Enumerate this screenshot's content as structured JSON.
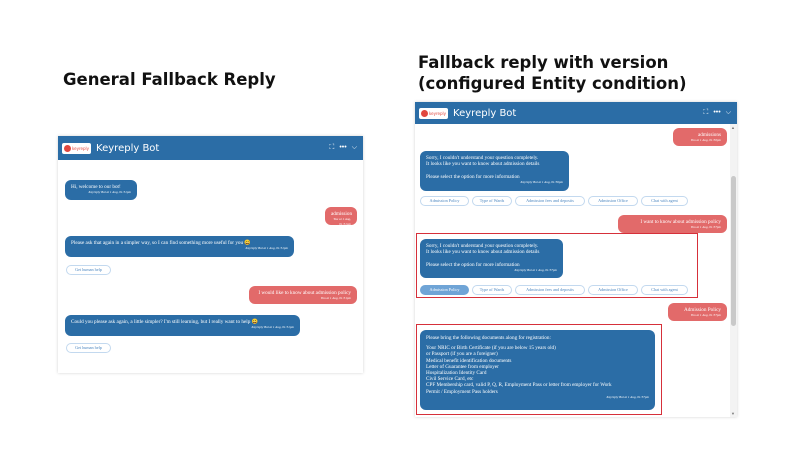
{
  "left": {
    "heading": "General Fallback Reply",
    "bot_name": "Keyreply Bot",
    "logo_text": "keyreply",
    "messages": [
      {
        "text": "Hi, welcome to our bot!",
        "time": "Keyreply Bot at 1 Aug, 01:51pm"
      },
      {
        "text": "admission",
        "time": "You at 1 Aug, 01:51pm"
      },
      {
        "text": "Please ask that again in a simpler way, so I can find something more useful for you 😀",
        "time": "Keyreply Bot at 1 Aug, 01:51pm"
      },
      {
        "chip": "Get human help"
      },
      {
        "text": "I would like to know about admission policy",
        "time": "You at 1 Aug, 01:51pm"
      },
      {
        "text": "Could you please ask again, a little simpler? I'm still learning, but I really want to help 😀",
        "time": "Keyreply Bot at 1 Aug, 01:51pm"
      },
      {
        "chip": "Get human help"
      }
    ]
  },
  "right": {
    "heading": "Fallback reply with version (configured Entity condition)",
    "bot_name": "Keyreply Bot",
    "logo_text": "keyreply",
    "msg1": {
      "text": "admissions",
      "time": "You at 1 Aug, 01:56pm"
    },
    "bot1": {
      "line1": "Sorry, I couldn't understand your question completely.",
      "line2": "It looks like you want to know about admission details",
      "line3": "Please select the option for more information",
      "time": "Keyreply Bot at 1 Aug, 01:56pm"
    },
    "chips1": [
      "Admission Policy",
      "Type of Wards",
      "Admission fees and deposits",
      "Admission Office",
      "Chat with agent"
    ],
    "msg2": {
      "text": "I want to know about admission policy",
      "time": "You at 1 Aug, 01:57pm"
    },
    "bot2": {
      "line1": "Sorry, I couldn't understand your question completely.",
      "line2": "It looks like you want to know about admission details",
      "line3": "Please select the option for more information",
      "time": "Keyreply Bot at 1 Aug, 01:57pm"
    },
    "chips2": [
      "Admission Policy",
      "Type of Wards",
      "Admission fees and deposits",
      "Admission Office",
      "Chat with agent"
    ],
    "msg3": {
      "text": "Admission Policy",
      "time": "You at 1 Aug, 01:57pm"
    },
    "bot3": {
      "lines": [
        "Please bring the following documents along for registration:",
        "",
        "Your NRIC or Birth Certificate (if you are below 15 years old)",
        "or Passport (if you are a foreigner)",
        "Medical benefit identification documents",
        "Letter of Guarantee from employer",
        "Hospitalization Identity Card",
        "Civil Service Card, etc",
        "CPF Membership card, valid P, Q, R, Employment Pass or letter from employer for Work",
        "Permit / Employment Pass holders"
      ],
      "time": "Keyreply Bot at 1 Aug, 01:57pm"
    }
  },
  "icons": [
    "expand-icon",
    "more-icon",
    "chevron-down-icon"
  ]
}
